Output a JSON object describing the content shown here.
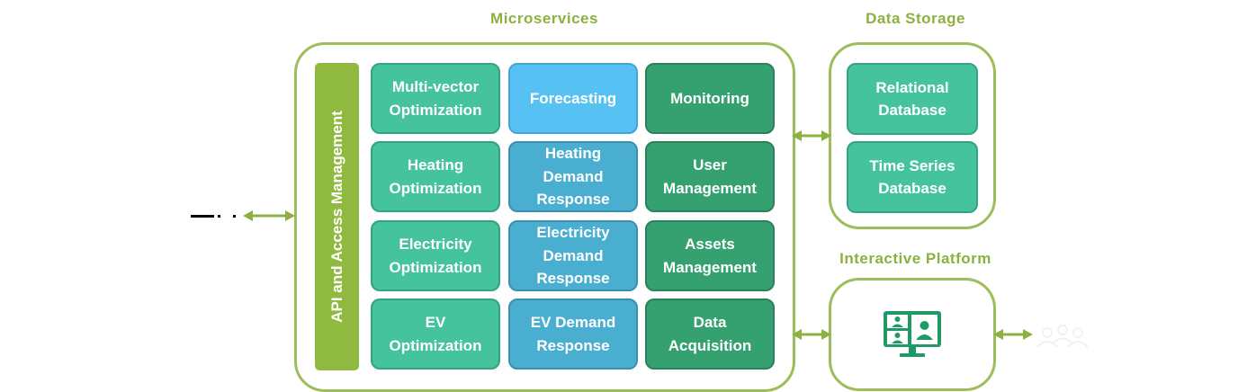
{
  "titles": {
    "microservices": "Microservices",
    "data_storage": "Data Storage",
    "interactive_platform": "Interactive Platform"
  },
  "api_bar": {
    "label": "API and Access  Management"
  },
  "services": {
    "multi_vector": "Multi-vector\nOptimization",
    "forecasting": "Forecasting",
    "monitoring": "Monitoring",
    "heating_opt": "Heating\nOptimization",
    "heating_dr": "Heating\nDemand\nResponse",
    "user_mgmt": "User\nManagement",
    "electricity_opt": "Electricity\nOptimization",
    "electricity_dr": "Electricity\nDemand\nResponse",
    "assets_mgmt": "Assets\nManagement",
    "ev_opt": "EV\nOptimization",
    "ev_dr": "EV Demand\nResponse",
    "data_acq": "Data\nAcquisition"
  },
  "storage": {
    "relational": "Relational\nDatabase",
    "timeseries": "Time Series\nDatabase"
  },
  "icons": {
    "platform": "video-conference-monitor-icon",
    "users": "users-icon",
    "external": "external-system-icon"
  },
  "colors": {
    "frame": "#9cbd5a",
    "title": "#8db13f",
    "api_bar": "#8fba3f",
    "optimization": "#45c39c",
    "forecasting": "#58c1f3",
    "demand_response": "#4aaed0",
    "management": "#35a070",
    "storage": "#45c39c",
    "platform_icon": "#1e9a67"
  }
}
